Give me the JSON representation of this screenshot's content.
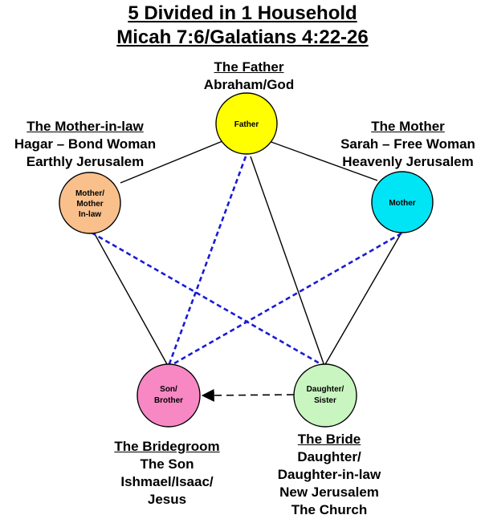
{
  "title": {
    "line1": "5 Divided in 1 Household",
    "line2": "Micah 7:6/Galatians 4:22-26"
  },
  "colors": {
    "father": "#ffff00",
    "mother": "#00e5f5",
    "mother_in_law": "#f9c08c",
    "son": "#f788c4",
    "daughter": "#c8f5c0",
    "solid_line": "#000000",
    "dashed_line": "#1a1ad6"
  },
  "nodes": {
    "father": {
      "lines": [
        "Father"
      ]
    },
    "mother": {
      "lines": [
        "Mother"
      ]
    },
    "mother_in_law": {
      "lines": [
        "Mother/",
        "Mother",
        "In-law"
      ]
    },
    "son": {
      "lines": [
        "Son/",
        "Brother"
      ]
    },
    "daughter": {
      "lines": [
        "Daughter/",
        "Sister"
      ]
    }
  },
  "labels": {
    "father": {
      "heading": "The Father",
      "lines": [
        "Abraham/God"
      ]
    },
    "mother_in_law": {
      "heading": "The Mother-in-law",
      "lines": [
        "Hagar – Bond Woman",
        "Earthly Jerusalem"
      ]
    },
    "mother": {
      "heading": "The Mother",
      "lines": [
        "Sarah – Free Woman",
        "Heavenly Jerusalem"
      ]
    },
    "bridegroom": {
      "heading": "The Bridegroom",
      "lines": [
        "The Son",
        "Ishmael/Isaac/",
        "Jesus"
      ]
    },
    "bride": {
      "heading": "The Bride",
      "lines": [
        "Daughter/",
        "Daughter-in-law",
        "New Jerusalem",
        "The Church"
      ]
    }
  }
}
